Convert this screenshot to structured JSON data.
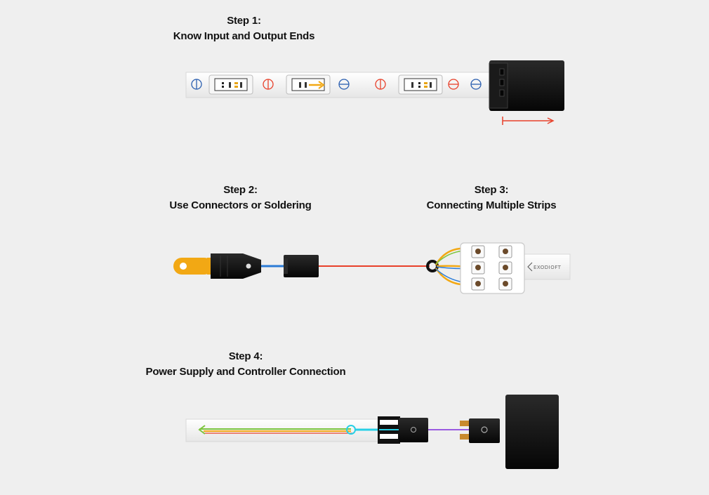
{
  "steps": [
    {
      "title": "Step 1:",
      "subtitle": "Know Input and Output Ends"
    },
    {
      "title": "Step 2:",
      "subtitle": "Use Connectors or Soldering"
    },
    {
      "title": "Step 3:",
      "subtitle": "Connecting Multiple Strips"
    },
    {
      "title": "Step 4:",
      "subtitle": "Power Supply and Controller Connection"
    }
  ],
  "strip_label": "EXODIOFT",
  "colors": {
    "background": "#efefef",
    "red_wire": "#e8402a",
    "blue_wire": "#2b7bd6",
    "yellow_plug": "#f2a814",
    "green_wire": "#7cc43c",
    "cyan_wire": "#28d0e6",
    "purple_wire": "#9a5ae0",
    "connector_black": "#111111"
  }
}
